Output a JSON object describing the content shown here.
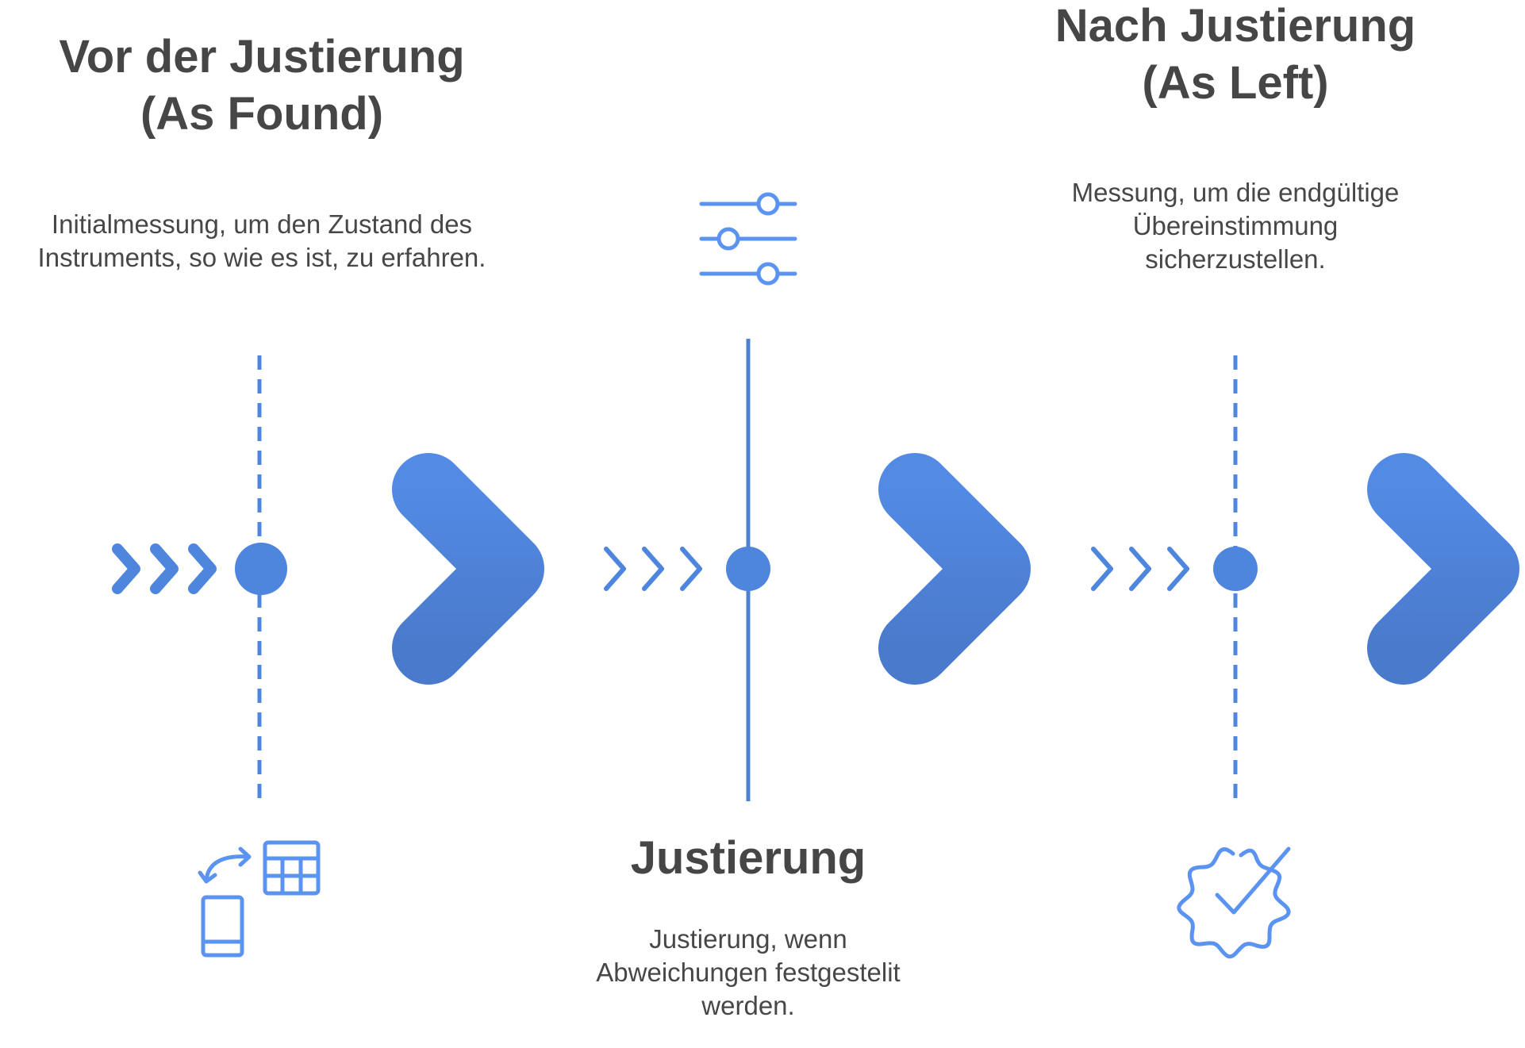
{
  "colors": {
    "accent": "#4E86DE",
    "icon": "#5B93F0",
    "line": "#4F81D1",
    "text": "#454545"
  },
  "stages": [
    {
      "title_lines": [
        "Vor der Justierung",
        "(As Found)"
      ],
      "desc_lines": [
        "Initialmessung, um den Zustand des",
        "Instruments, so wie es ist, zu erfahren."
      ],
      "icon": "phone-table-sync-icon",
      "line_style": "dashed"
    },
    {
      "title_lines": [
        "Justierung"
      ],
      "desc_lines": [
        "Justierung, wenn",
        "Abweichungen festgestelit",
        "werden."
      ],
      "icon": "sliders-icon",
      "line_style": "solid"
    },
    {
      "title_lines": [
        "Nach Justierung",
        "(As Left)"
      ],
      "desc_lines": [
        "Messung, um die endgültige",
        "Übereinstimmung",
        "sicherzustellen."
      ],
      "icon": "verified-badge-icon",
      "line_style": "dashed"
    }
  ]
}
